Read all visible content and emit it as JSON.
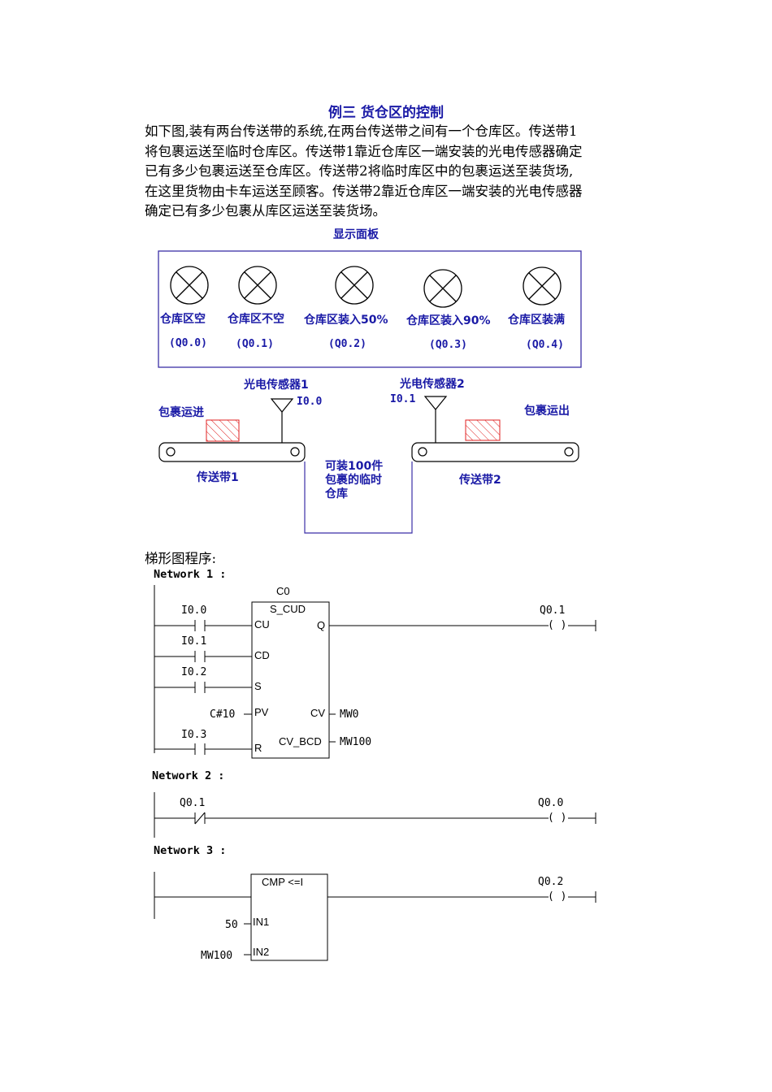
{
  "title": "例三 货仓区的控制",
  "paragraph": [
    "如下图,装有两台传送带的系统,在两台传送带之间有一个仓库区。传送带1",
    "将包裹运送至临时仓库区。传送带1靠近仓库区一端安装的光电传感器确定",
    "已有多少包裹运送至仓库区。传送带2将临时库区中的包裹运送至装货场,",
    "在这里货物由卡车运送至顾客。传送带2靠近仓库区一端安装的光电传感器",
    "确定已有多少包裹从库区运送至装货场。"
  ],
  "panel": {
    "title": "显示面板",
    "lamps": [
      {
        "label": "仓库区空",
        "addr": "(Q0.0)"
      },
      {
        "label": "仓库区不空",
        "addr": "(Q0.1)"
      },
      {
        "label": "仓库区装入50%",
        "addr": "(Q0.2)"
      },
      {
        "label": "仓库区装入90%",
        "addr": "(Q0.3)"
      },
      {
        "label": "仓库区装满",
        "addr": "(Q0.4)"
      }
    ]
  },
  "conveyor": {
    "sensor1": "光电传感器1",
    "sensor1_addr": "I0.0",
    "sensor2": "光电传感器2",
    "sensor2_addr": "I0.1",
    "in_label": "包裹运进",
    "out_label": "包裹运出",
    "belt1": "传送带1",
    "belt2": "传送带2",
    "storage": [
      "可装100件",
      "包裹的临时",
      "仓库"
    ]
  },
  "ladder_title": "梯形图程序:",
  "network1": {
    "title": "Network 1 :",
    "counter": "C0",
    "block": "S_CUD",
    "contacts": [
      "I0.0",
      "I0.1",
      "I0.2",
      "I0.3"
    ],
    "pins_left": [
      "CU",
      "CD",
      "S",
      "PV",
      "R"
    ],
    "pin_q": "Q",
    "pin_cv": "CV",
    "pin_cvbcd": "CV_BCD",
    "pv_value": "C#10",
    "cv_out": "MW0",
    "cvbcd_out": "MW100",
    "coil": "Q0.1"
  },
  "network2": {
    "title": "Network 2 :",
    "contact": "Q0.1",
    "coil": "Q0.0"
  },
  "network3": {
    "title": "Network 3 :",
    "block": "CMP <=I",
    "in1_label": "IN1",
    "in2_label": "IN2",
    "in1_value": "50",
    "in2_value": "MW100",
    "coil": "Q0.2"
  },
  "coil_symbol": "( )"
}
